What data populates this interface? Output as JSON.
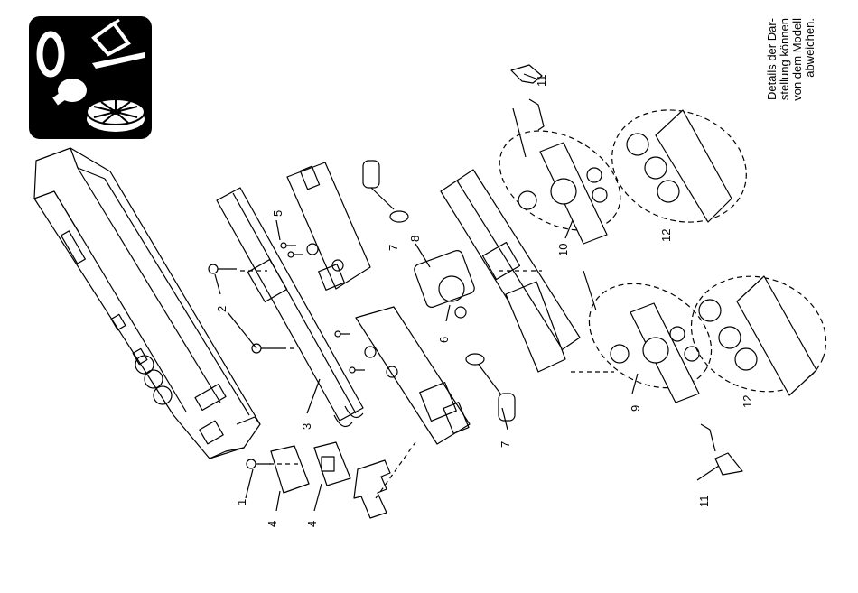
{
  "note": {
    "lines": [
      "Details der Dar-",
      "stellung können",
      "von dem Modell",
      "abweichen."
    ]
  },
  "icons": [
    "zero-digit-icon",
    "tilt-tool-icon",
    "light-bulb-icon",
    "wheel-disc-icon"
  ],
  "part_labels": {
    "l1": "1",
    "l2": "2",
    "l3": "3",
    "l4a": "4",
    "l4b": "4",
    "l5": "5",
    "l6": "6",
    "l7a": "7",
    "l7b": "7",
    "l8": "8",
    "l9": "9",
    "l10": "10",
    "l11a": "11",
    "l11b": "11",
    "l12a": "12",
    "l12b": "12"
  }
}
